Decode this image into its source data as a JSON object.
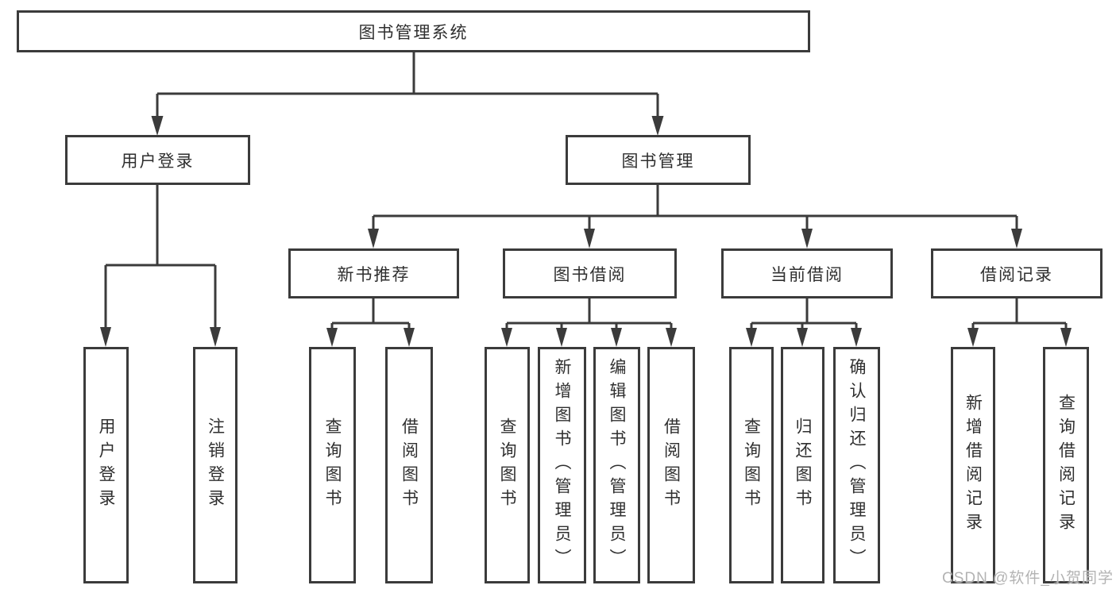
{
  "diagram": {
    "type": "tree",
    "colors": {
      "line": "#3b3b3b",
      "box_border": "#3b3b3b",
      "text": "#2f2f2f",
      "watermark": "#b3b3b3",
      "background": "#ffffff"
    },
    "nodes": {
      "root": "图书管理系统",
      "user_login": "用户登录",
      "book_mgmt": "图书管理",
      "new_book": "新书推荐",
      "book_borrow": "图书借阅",
      "current_borrow": "当前借阅",
      "borrow_record": "借阅记录",
      "leaf_user_login": "用户登录",
      "leaf_logout": "注销登录",
      "leaf_nb_query": "查询图书",
      "leaf_nb_borrow": "借阅图书",
      "leaf_bb_query": "查询图书",
      "leaf_bb_add": "新增图书（管理员）",
      "leaf_bb_edit": "编辑图书（管理员）",
      "leaf_bb_borrow": "借阅图书",
      "leaf_cb_query": "查询图书",
      "leaf_cb_return": "归还图书",
      "leaf_cb_confirm": "确认归还（管理员）",
      "leaf_br_add": "新增借阅记录",
      "leaf_br_query": "查询借阅记录"
    },
    "hierarchy": [
      {
        "label": "图书管理系统",
        "children": [
          {
            "label": "用户登录",
            "children": [
              "用户登录",
              "注销登录"
            ]
          },
          {
            "label": "图书管理",
            "children": [
              {
                "label": "新书推荐",
                "children": [
                  "查询图书",
                  "借阅图书"
                ]
              },
              {
                "label": "图书借阅",
                "children": [
                  "查询图书",
                  "新增图书（管理员）",
                  "编辑图书（管理员）",
                  "借阅图书"
                ]
              },
              {
                "label": "当前借阅",
                "children": [
                  "查询图书",
                  "归还图书",
                  "确认归还（管理员）"
                ]
              },
              {
                "label": "借阅记录",
                "children": [
                  "新增借阅记录",
                  "查询借阅记录"
                ]
              }
            ]
          }
        ]
      }
    ]
  },
  "watermark": {
    "text": "CSDN @软件_小贺同学"
  }
}
